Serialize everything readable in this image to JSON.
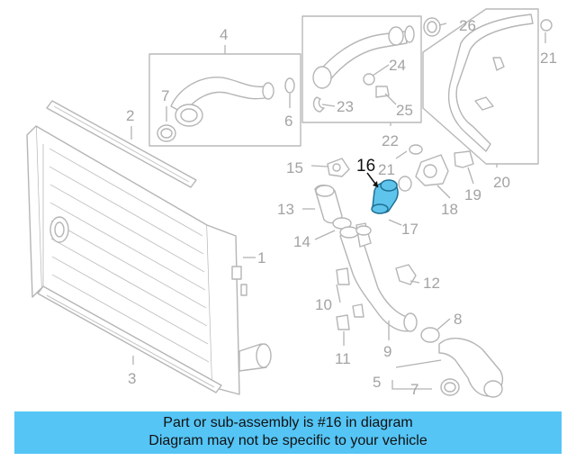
{
  "diagram": {
    "highlighted_callout": "16",
    "callouts": [
      "1",
      "2",
      "3",
      "4",
      "5",
      "6",
      "7",
      "8",
      "9",
      "10",
      "11",
      "12",
      "13",
      "14",
      "15",
      "17",
      "18",
      "19",
      "20",
      "21",
      "22",
      "23",
      "24",
      "25",
      "26"
    ],
    "colors": {
      "highlight": "#5ec4ec",
      "highlight_stroke": "#1f6f93",
      "line_art": "#b5b5b5",
      "banner": "#55c5f6"
    }
  },
  "banner": {
    "line1": "Part or sub-assembly is #16 in diagram",
    "line2": "Diagram may not be specific to your vehicle"
  }
}
